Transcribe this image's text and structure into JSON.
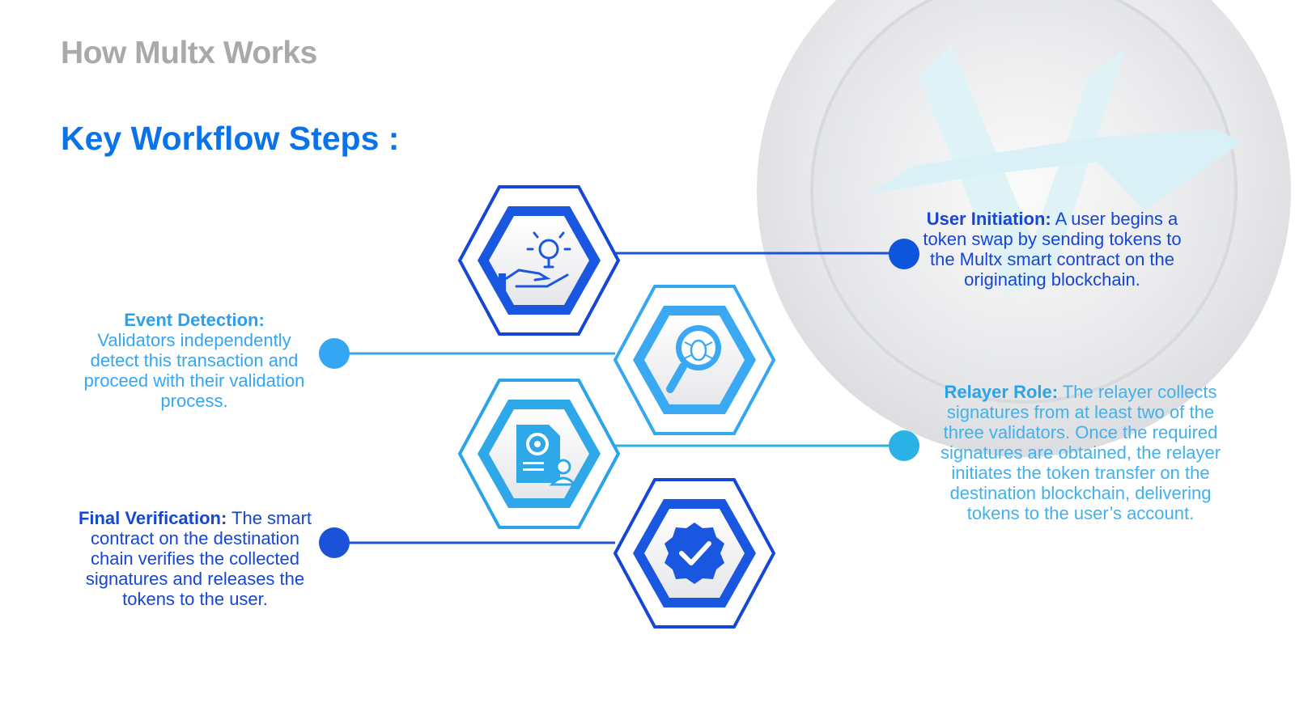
{
  "header": {
    "title": "How Multx Works"
  },
  "section": {
    "title": "Key Workflow Steps :"
  },
  "steps": [
    {
      "id": "user-initiation",
      "label": "User Initiation:",
      "text": " A user begins a token swap by sending tokens to the Multx smart contract on the originating blockchain.",
      "icon": "idea-hand-icon",
      "color": "#1546d6"
    },
    {
      "id": "event-detection",
      "label": "Event Detection:",
      "text": "Validators independently detect this transaction and proceed with their validation process.",
      "icon": "magnifier-bug-icon",
      "color": "#35a6f2"
    },
    {
      "id": "relayer-role",
      "label": "Relayer Role:",
      "text": " The relayer collects signatures from at least two of the three validators. Once the required signatures are obtained, the relayer initiates the token transfer on the destination blockchain, delivering tokens to the user’s account.",
      "icon": "document-gear-user-icon",
      "color": "#2aa4e6"
    },
    {
      "id": "final-verification",
      "label": "Final Verification:",
      "text": " The smart contract on the destination chain verifies the collected signatures and releases the tokens to the user.",
      "icon": "verified-badge-icon",
      "color": "#1546d6"
    }
  ],
  "background": {
    "logo": "multx-coin-logo"
  }
}
